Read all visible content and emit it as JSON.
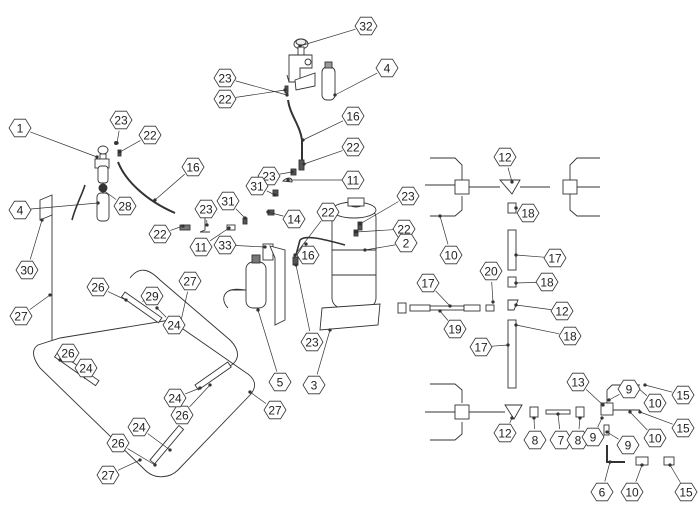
{
  "title": "Exploded assembly parts diagram",
  "balloons": [
    {
      "id": "b32-top",
      "label": "32"
    },
    {
      "id": "b23-top",
      "label": "23"
    },
    {
      "id": "b4-top",
      "label": "4"
    },
    {
      "id": "b22-top",
      "label": "22"
    },
    {
      "id": "b23-left",
      "label": "23"
    },
    {
      "id": "b22-left",
      "label": "22"
    },
    {
      "id": "b1",
      "label": "1"
    },
    {
      "id": "b16-mid",
      "label": "16"
    },
    {
      "id": "b16-upper",
      "label": "16"
    },
    {
      "id": "b22-upper",
      "label": "22"
    },
    {
      "id": "b23-mid",
      "label": "23"
    },
    {
      "id": "b31-a",
      "label": "31"
    },
    {
      "id": "b31-b",
      "label": "31"
    },
    {
      "id": "b23-c",
      "label": "23"
    },
    {
      "id": "b11-upper",
      "label": "11"
    },
    {
      "id": "b4-left",
      "label": "4"
    },
    {
      "id": "b28",
      "label": "28"
    },
    {
      "id": "b14",
      "label": "14"
    },
    {
      "id": "b22-tank",
      "label": "22"
    },
    {
      "id": "b23-tank",
      "label": "23"
    },
    {
      "id": "b22-tank2",
      "label": "22"
    },
    {
      "id": "b2",
      "label": "2"
    },
    {
      "id": "b22-lower",
      "label": "22"
    },
    {
      "id": "b11-lower",
      "label": "11"
    },
    {
      "id": "b33",
      "label": "33"
    },
    {
      "id": "b30",
      "label": "30"
    },
    {
      "id": "b16-low",
      "label": "16"
    },
    {
      "id": "b23-low",
      "label": "23"
    },
    {
      "id": "b5",
      "label": "5"
    },
    {
      "id": "b3",
      "label": "3"
    },
    {
      "id": "b27-a",
      "label": "27"
    },
    {
      "id": "b27-b",
      "label": "27"
    },
    {
      "id": "b27-c",
      "label": "27"
    },
    {
      "id": "b27-d",
      "label": "27"
    },
    {
      "id": "b29",
      "label": "29"
    },
    {
      "id": "b26-a",
      "label": "26"
    },
    {
      "id": "b26-b",
      "label": "26"
    },
    {
      "id": "b26-c",
      "label": "26"
    },
    {
      "id": "b26-d",
      "label": "26"
    },
    {
      "id": "b24-a",
      "label": "24"
    },
    {
      "id": "b24-b",
      "label": "24"
    },
    {
      "id": "b24-c",
      "label": "24"
    },
    {
      "id": "b24-d",
      "label": "24"
    },
    {
      "id": "b12-top",
      "label": "12"
    },
    {
      "id": "b10-top",
      "label": "10"
    },
    {
      "id": "b18-a",
      "label": "18"
    },
    {
      "id": "b17-a",
      "label": "17"
    },
    {
      "id": "b17-b",
      "label": "17"
    },
    {
      "id": "b20",
      "label": "20"
    },
    {
      "id": "b18-b",
      "label": "18"
    },
    {
      "id": "b12-mid",
      "label": "12"
    },
    {
      "id": "b19",
      "label": "19"
    },
    {
      "id": "b17-c",
      "label": "17"
    },
    {
      "id": "b18-c",
      "label": "18"
    },
    {
      "id": "b13",
      "label": "13"
    },
    {
      "id": "b9-a",
      "label": "9"
    },
    {
      "id": "b15-a",
      "label": "15"
    },
    {
      "id": "b10-a",
      "label": "10"
    },
    {
      "id": "b15-b",
      "label": "15"
    },
    {
      "id": "b10-b",
      "label": "10"
    },
    {
      "id": "b12-low",
      "label": "12"
    },
    {
      "id": "b8-a",
      "label": "8"
    },
    {
      "id": "b7",
      "label": "7"
    },
    {
      "id": "b8-b",
      "label": "8"
    },
    {
      "id": "b9-b",
      "label": "9"
    },
    {
      "id": "b9-c",
      "label": "9"
    },
    {
      "id": "b6",
      "label": "6"
    },
    {
      "id": "b10-c",
      "label": "10"
    },
    {
      "id": "b15-c",
      "label": "15"
    }
  ]
}
